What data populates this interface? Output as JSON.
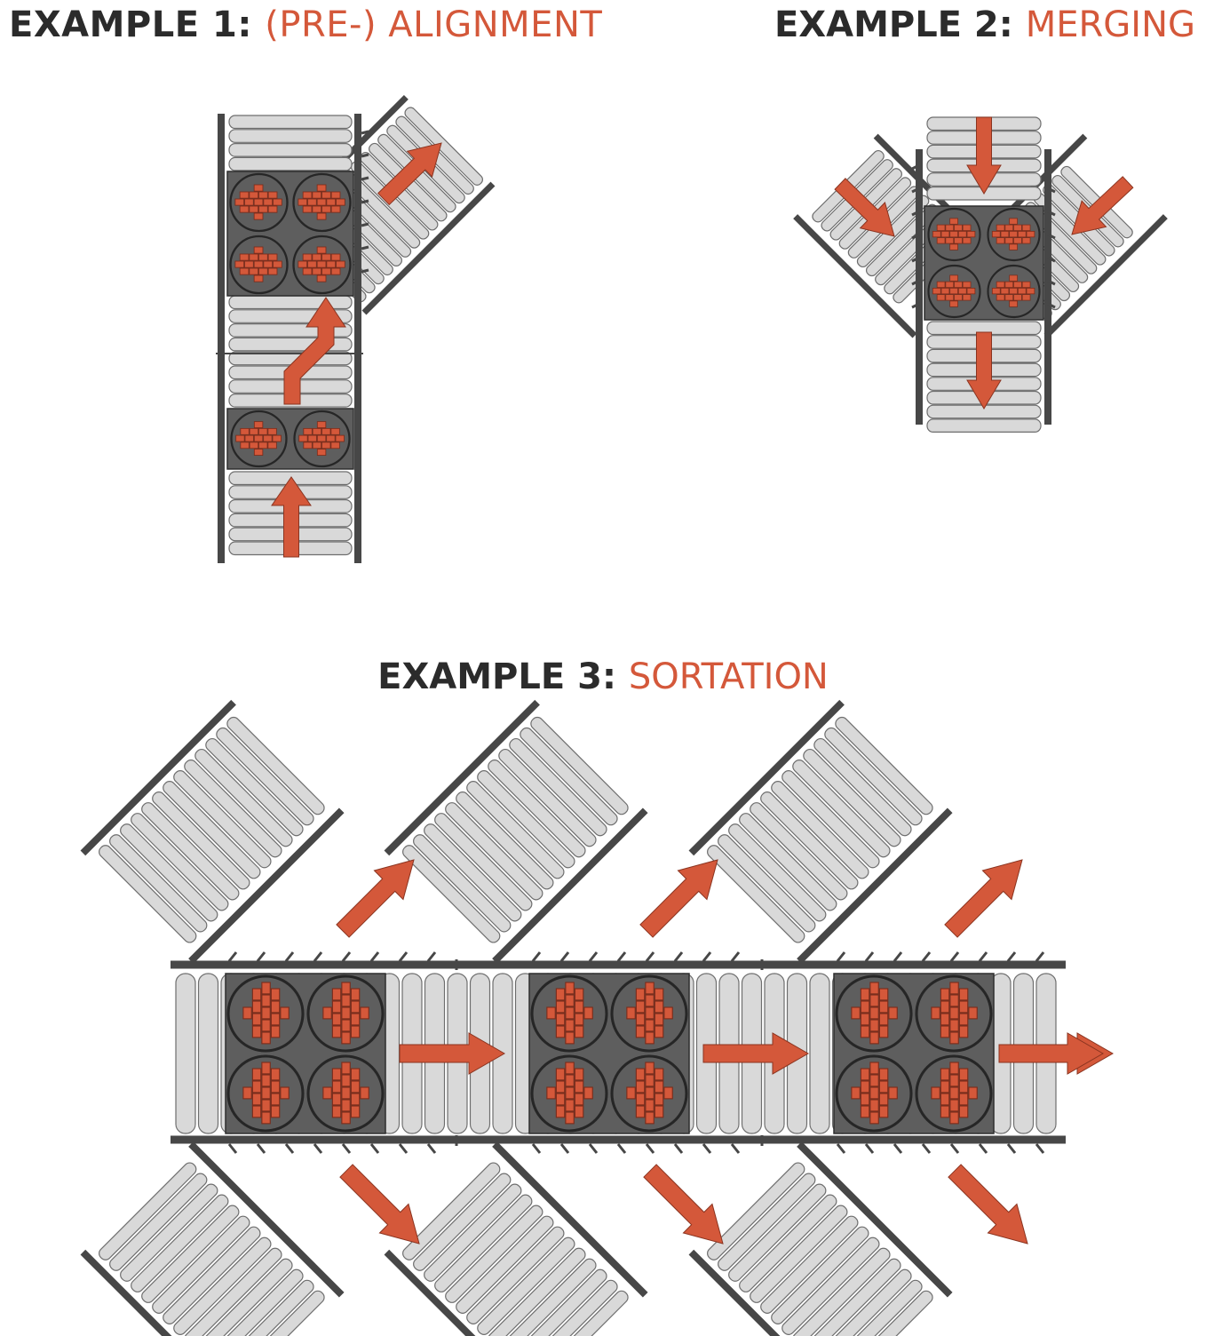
{
  "colors": {
    "accent": "#d4583a",
    "title_dark": "#2b2b2b",
    "rail": "#474747",
    "roller_fill": "#d9d9d9",
    "roller_stroke": "#6e6e6e",
    "pallet": "#5e5e5e",
    "pallet_stroke": "#2e2e2e",
    "box_fill": "#d4583a",
    "box_stroke": "#7a2c1b"
  },
  "examples": [
    {
      "prefix": "EXAMPLE 1:",
      "name": "(PRE-) ALIGNMENT",
      "icon": "alignment-conveyor-icon"
    },
    {
      "prefix": "EXAMPLE 2:",
      "name": "MERGING",
      "icon": "merging-conveyor-icon"
    },
    {
      "prefix": "EXAMPLE 3:",
      "name": "SORTATION",
      "icon": "sortation-conveyor-icon"
    }
  ]
}
